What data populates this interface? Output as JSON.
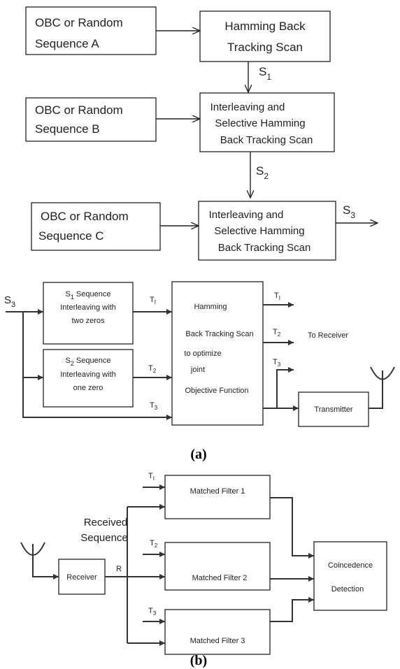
{
  "top": {
    "source_a": [
      "OBC  or  Random",
      "Sequence     A"
    ],
    "source_b": [
      "OBC  or  Random",
      "Sequence   B"
    ],
    "source_c": [
      "OBC  or  Random",
      "Sequence    C"
    ],
    "hbts": [
      "Hamming Back",
      "Tracking Scan"
    ],
    "ishbts_1": [
      "Interleaving and",
      "Selective Hamming",
      "Back Tracking  Scan"
    ],
    "ishbts_2": [
      "Interleaving and",
      "Selective Hamming",
      "Back Tracking  Scan"
    ],
    "s1": {
      "base": "S",
      "sub": "1"
    },
    "s2": {
      "base": "S",
      "sub": "2"
    },
    "s3": {
      "base": "S",
      "sub": "3"
    }
  },
  "panel_a": {
    "caption": "(a)",
    "input": {
      "base": "S",
      "sub": "3"
    },
    "seq1": {
      "base": "S",
      "sub": "1",
      "text": " Sequence",
      "lines": [
        "Interleaving with",
        "two zeros"
      ]
    },
    "seq2": {
      "base": "S",
      "sub": "2",
      "text": " Sequence",
      "lines": [
        "Interleaving with",
        "one zero"
      ]
    },
    "optimizer": [
      "Hamming",
      "Back Tracking  Scan",
      "to optimize",
      "joint",
      "Objective Function"
    ],
    "t1": {
      "base": "T",
      "sub": "I"
    },
    "t2": {
      "base": "T",
      "sub": "2"
    },
    "t3": {
      "base": "T",
      "sub": "3"
    },
    "to_receiver": "To Receiver",
    "transmitter": "Transmitter"
  },
  "panel_b": {
    "caption": "(b)",
    "received": [
      "Received",
      "Sequence"
    ],
    "receiver": "Receiver",
    "r": "R",
    "mf1": "Matched Filter  1",
    "mf2": "Matched Filter  2",
    "mf3": "Matched Filter  3",
    "coincidence": [
      "Coincedence",
      "Detection"
    ],
    "t1": {
      "base": "T",
      "sub": "I"
    },
    "t2": {
      "base": "T",
      "sub": "2"
    },
    "t3": {
      "base": "T",
      "sub": "3"
    }
  }
}
